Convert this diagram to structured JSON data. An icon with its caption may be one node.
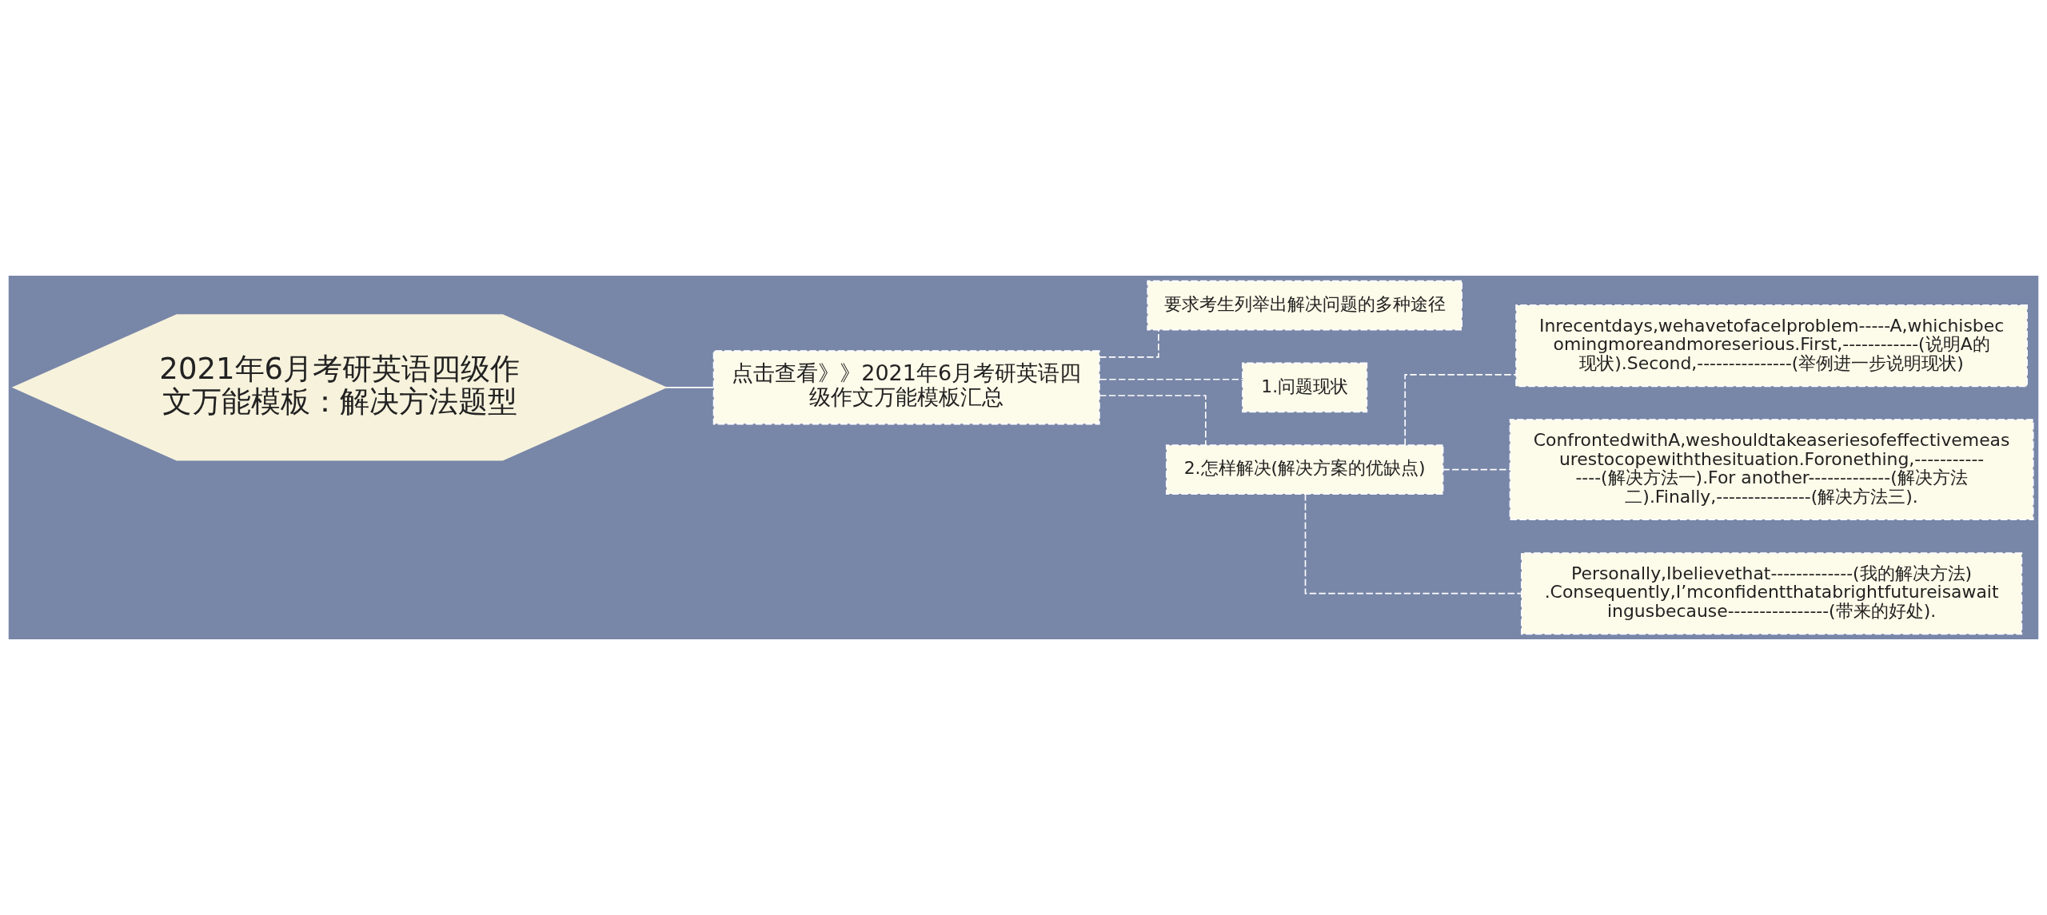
{
  "diagram": {
    "nodes": [
      {
        "text": [
          "2021年6月考研英语四级作文万能模板：解决方法题型"
        ]
      },
      {
        "text": [
          "点击查看》》2021年6月考研英语四级作文万能模板汇总"
        ]
      },
      {
        "text": [
          "要求考生列举出解决问题的多种途径"
        ]
      },
      {
        "text": [
          "1.问题现状"
        ]
      },
      {
        "text": [
          "2.怎样解决(解决方案的优缺点)"
        ]
      },
      {
        "text": [
          "Inrecentdays,wehavetofaceIproblem-----A,whichisbecomingmoreandmoreserious.First,------------(说明A的现状).Second,---------------(举例进一步说明现状)"
        ]
      },
      {
        "text": [
          "ConfrontedwithA,weshouldtakeaseriesofeffectivemeasurestocopewiththesituation.Foronething,---------------(解决方法一).For another-------------(解决方法二).Finally,---------------(解决方法三)."
        ]
      },
      {
        "text": [
          "Personally,Ibelievethat-------------(我的解决方法).Consequently,I’mconfidentthatabrightfutureisawaitingusbecause----------------(带来的好处)."
        ]
      }
    ],
    "edges": [
      {
        "from": 0,
        "to": 1,
        "arrow": "none"
      },
      {
        "from": 1,
        "to": 2,
        "arrow": "none",
        "style": "dashed"
      },
      {
        "from": 1,
        "to": 3,
        "arrow": "none",
        "style": "dashed"
      },
      {
        "from": 1,
        "to": 4,
        "arrow": "none",
        "style": "dashed"
      },
      {
        "from": 4,
        "to": 5,
        "arrow": "none",
        "style": "dashed"
      },
      {
        "from": 4,
        "to": 6,
        "arrow": "none",
        "style": "dashed"
      },
      {
        "from": 4,
        "to": 7,
        "arrow": "none",
        "style": "dashed"
      }
    ]
  }
}
